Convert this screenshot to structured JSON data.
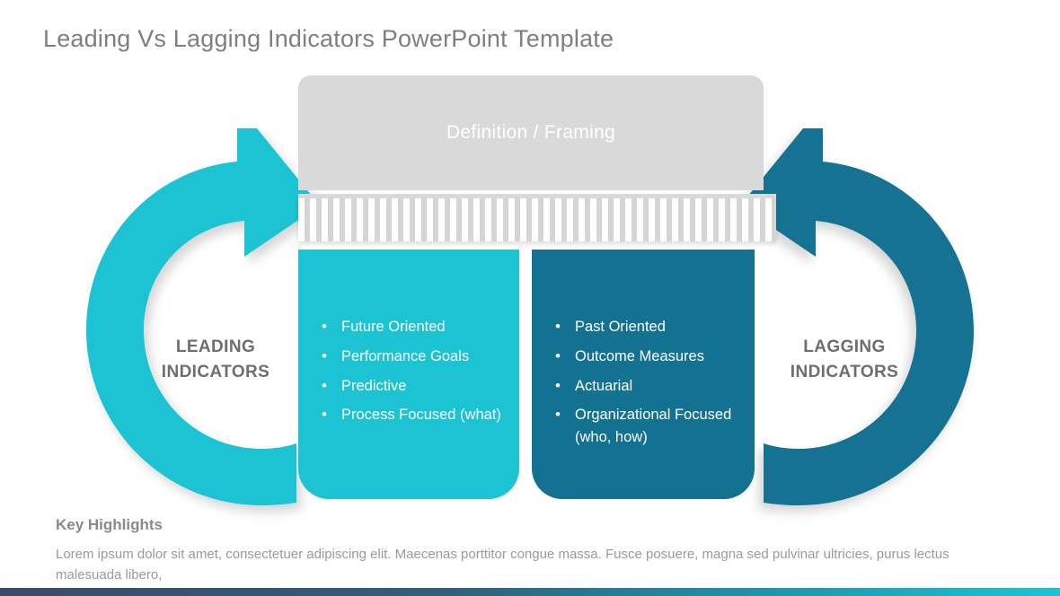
{
  "slide": {
    "title": "Leading Vs Lagging Indicators PowerPoint Template"
  },
  "definition": {
    "label": "Definition / Framing",
    "bg_color": "#d9d9d9",
    "text_color": "#ffffff"
  },
  "band": {
    "name": "striped-divider",
    "stripe_color": "#ffffff",
    "base_color": "#d5d5d5"
  },
  "columns": [
    {
      "id": "leading",
      "side_label_line1": "LEADING",
      "side_label_line2": "INDICATORS",
      "color": "#1cc3d2",
      "arrow_color": "#1cc3d2",
      "bullets": [
        "Future Oriented",
        "Performance Goals",
        "Predictive",
        "Process Focused (what)"
      ]
    },
    {
      "id": "lagging",
      "side_label_line1": "LAGGING",
      "side_label_line2": "INDICATORS",
      "color": "#137292",
      "arrow_color": "#137292",
      "bullets": [
        "Past Oriented",
        "Outcome Measures",
        "Actuarial",
        "Organizational Focused (who, how)"
      ]
    }
  ],
  "footer": {
    "heading": "Key Highlights",
    "body": "Lorem ipsum dolor sit amet, consectetuer adipiscing elit. Maecenas porttitor congue massa. Fusce posuere, magna sed pulvinar ultricies, purus lectus malesuada libero,"
  },
  "bottom_bar": {
    "gradient_from": "#3b4a6b",
    "gradient_to": "#17c5d8"
  }
}
